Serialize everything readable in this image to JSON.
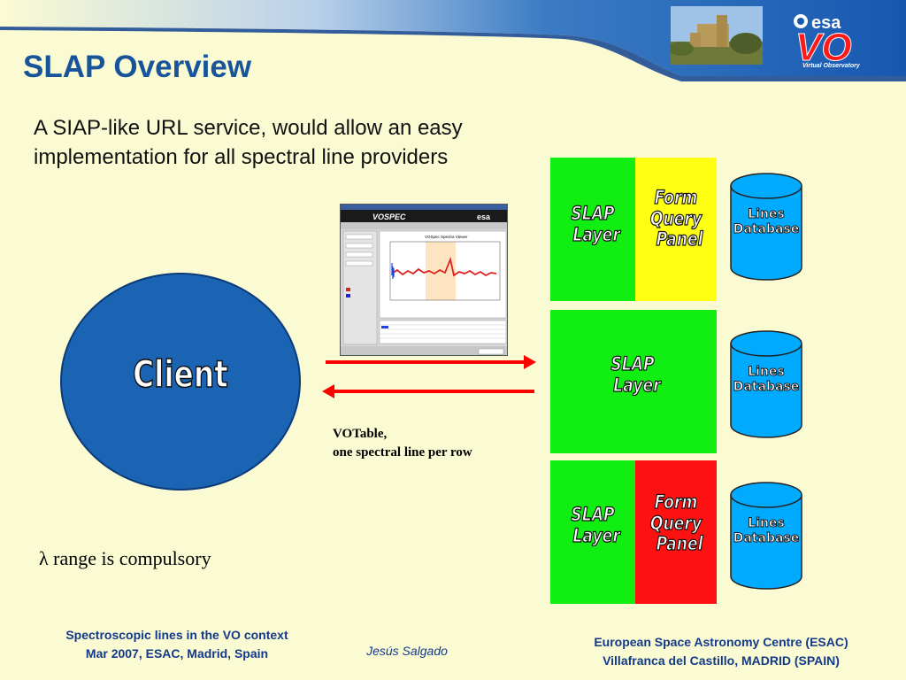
{
  "header": {
    "title": "SLAP Overview",
    "intro": "A SIAP-like URL service, would allow an easy implementation for all spectral line providers"
  },
  "logo": {
    "esa_text": "esa",
    "vo_text": "VO",
    "vo_subtitle": "Virtual Observatory"
  },
  "screenshot": {
    "app_name": "VOSPEC",
    "esa_text": "esa",
    "plot_title": "VOSpec Spectra Viewer"
  },
  "diagram": {
    "client_label": "Client",
    "votable_line1": "VOTable,",
    "votable_line2": "one spectral line per row",
    "lambda_note": "λ range is compulsory",
    "rows": [
      {
        "slap_line1": "SLAP",
        "slap_line2": "Layer",
        "form_line1": "Form",
        "form_line2": "Query",
        "form_line3": "Panel",
        "form_color": "#ffff11",
        "db_line1": "Lines",
        "db_line2": "Database"
      },
      {
        "slap_line1": "SLAP",
        "slap_line2": "Layer",
        "db_line1": "Lines",
        "db_line2": "Database"
      },
      {
        "slap_line1": "SLAP",
        "slap_line2": "Layer",
        "form_line1": "Form",
        "form_line2": "Query",
        "form_line3": "Panel",
        "form_color": "#ff1111",
        "db_line1": "Lines",
        "db_line2": "Database"
      }
    ],
    "colors": {
      "slap": "#11ee11",
      "cylinder": "#00aaff",
      "arrow": "#ff0000",
      "client": "#1b64b4"
    }
  },
  "footer": {
    "left_line1": "Spectroscopic  lines in the VO context",
    "left_line2": "Mar 2007, ESAC, Madrid, Spain",
    "author": "Jesús Salgado",
    "right_line1": "European Space Astronomy Centre (ESAC)",
    "right_line2": "Villafranca del Castillo, MADRID (SPAIN)"
  }
}
